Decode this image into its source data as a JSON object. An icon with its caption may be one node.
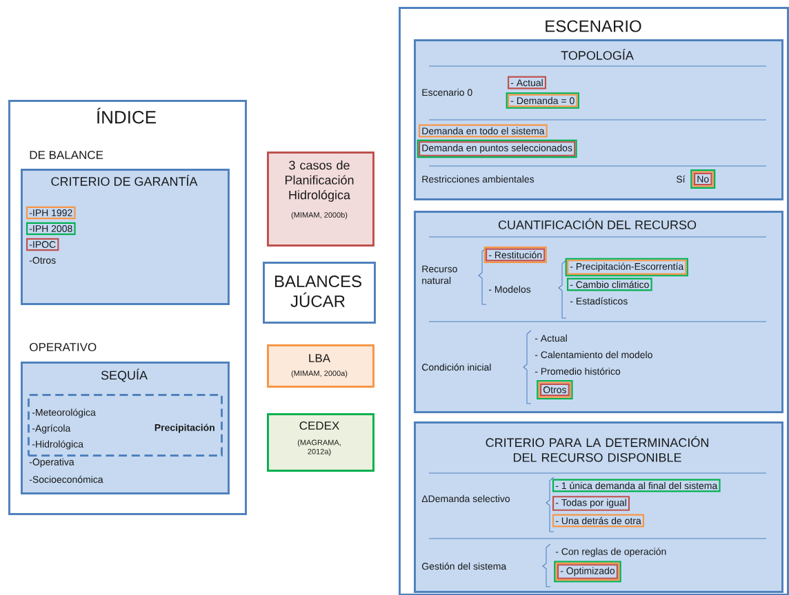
{
  "diagram": {
    "nodes": [
      {
        "text": [
          "ÍNDICE",
          "DE BALANCE",
          "OPERATIVO"
        ]
      },
      {
        "text": [
          "CRITERIO DE GARANTÍA",
          "-IPH 1992",
          "-IPH 2008",
          "-IPOC",
          "-Otros"
        ],
        "in": 0
      },
      {
        "text": [
          "SEQUÍA",
          "-Operativa",
          "-Socioeconómica"
        ],
        "in": 0
      },
      {
        "text": [
          "-Meteorológica",
          "-Agrícola",
          "-Hidrológica",
          "Precipitación"
        ],
        "in": 2
      },
      {
        "text": [
          "3 casos de Planificación Hidrológica",
          "(MIMAM, 2000b)"
        ]
      },
      {
        "text": [
          "BALANCES JÚCAR"
        ]
      },
      {
        "text": [
          "LBA",
          "(MIMAM, 2000a)"
        ]
      },
      {
        "text": [
          "CEDEX",
          "(MAGRAMA, 2012a)"
        ]
      },
      {
        "text": [
          "ESCENARIO"
        ]
      },
      {
        "text": [
          "TOPOLOGÍA",
          "Escenario 0",
          "- Actual",
          "- Demanda = 0",
          "Demanda en todo el sistema",
          "Demanda en puntos seleccionados",
          "Restricciones ambientales",
          "Sí",
          "No"
        ],
        "in": 8
      },
      {
        "text": [
          "CUANTIFICACIÓN DEL RECURSO",
          "Recurso natural",
          "- Restitución",
          "- Modelos",
          "- Precipitación-Escorrentía",
          "- Cambio climático",
          "- Estadísticos",
          "Condición inicial",
          "- Actual",
          "- Calentamiento del modelo",
          "- Promedio histórico",
          "Otros"
        ],
        "in": 8
      },
      {
        "text": [
          "CRITERIO PARA LA DETERMINACIÓN DEL RECURSO DISPONIBLE",
          "ΔDemanda selectivo",
          "- 1 única demanda al final del sistema",
          "- Todas por igual",
          "- Una detrás de otra",
          "Gestión del sistema",
          "- Con reglas de operación",
          "- Optimizado"
        ],
        "in": 8
      }
    ]
  }
}
